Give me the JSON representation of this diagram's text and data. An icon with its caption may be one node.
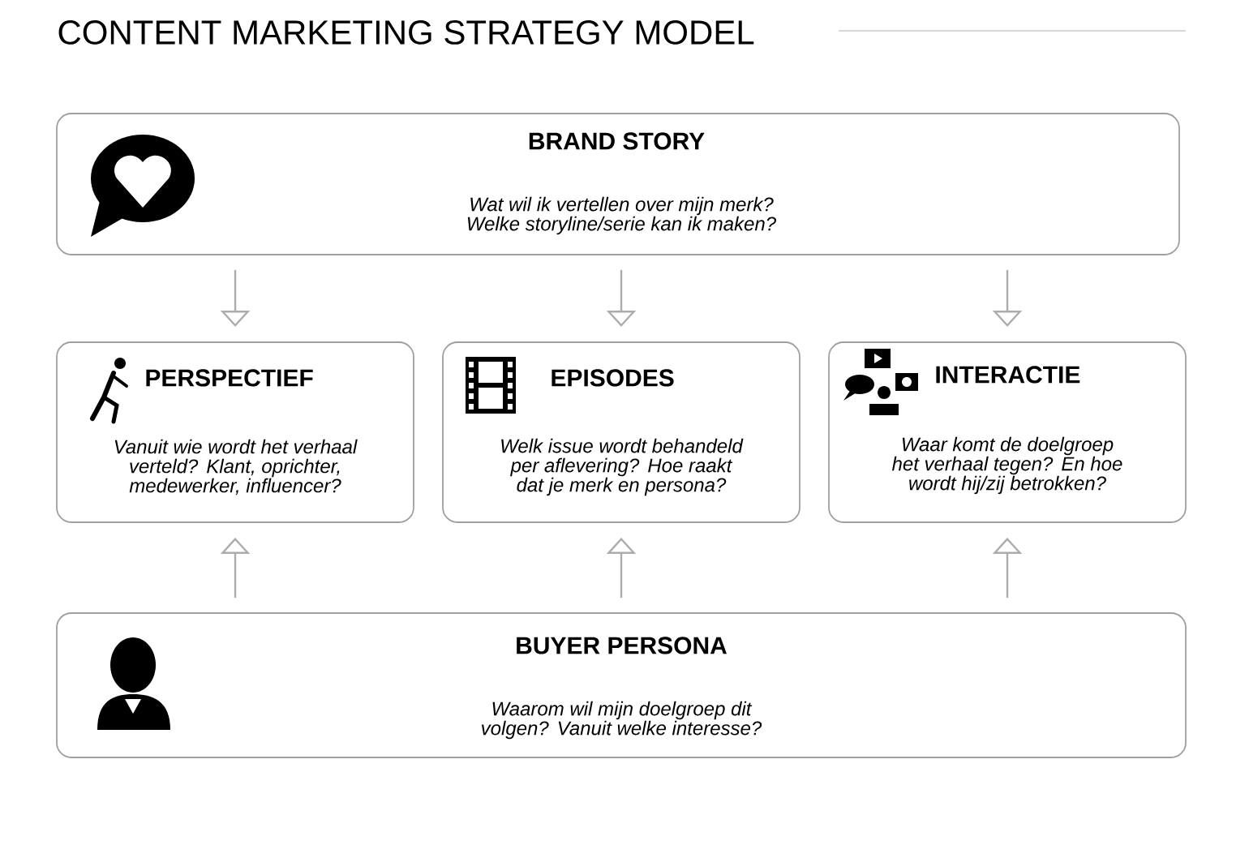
{
  "diagram": {
    "title": "CONTENT MARKETING STRATEGY MODEL",
    "nodes": [
      {
        "text": [
          "BRAND STORY",
          "Wat wil ik vertellen over mijn merk? Welke storyline/serie kan ik maken?"
        ]
      },
      {
        "text": [
          "PERSPECTIEF",
          "Vanuit wie wordt het verhaal verteld? Klant, oprichter, medewerker, influencer?"
        ]
      },
      {
        "text": [
          "EPISODES",
          "Welk issue wordt behandeld per aflevering? Hoe raakt dat je merk en persona?"
        ]
      },
      {
        "text": [
          "INTERACTIE",
          "Waar komt de doelgroep het verhaal tegen? En hoe wordt hij/zij betrokken?"
        ]
      },
      {
        "text": [
          "BUYER PERSONA",
          "Waarom wil mijn doelgroep dit volgen? Vanuit welke interesse?"
        ]
      }
    ],
    "edges": [
      {
        "from": 0,
        "to": 1,
        "arrow": "to"
      },
      {
        "from": 0,
        "to": 2,
        "arrow": "to"
      },
      {
        "from": 0,
        "to": 3,
        "arrow": "to"
      },
      {
        "from": 4,
        "to": 1,
        "arrow": "to"
      },
      {
        "from": 4,
        "to": 2,
        "arrow": "to"
      },
      {
        "from": 4,
        "to": 3,
        "arrow": "to"
      }
    ]
  }
}
